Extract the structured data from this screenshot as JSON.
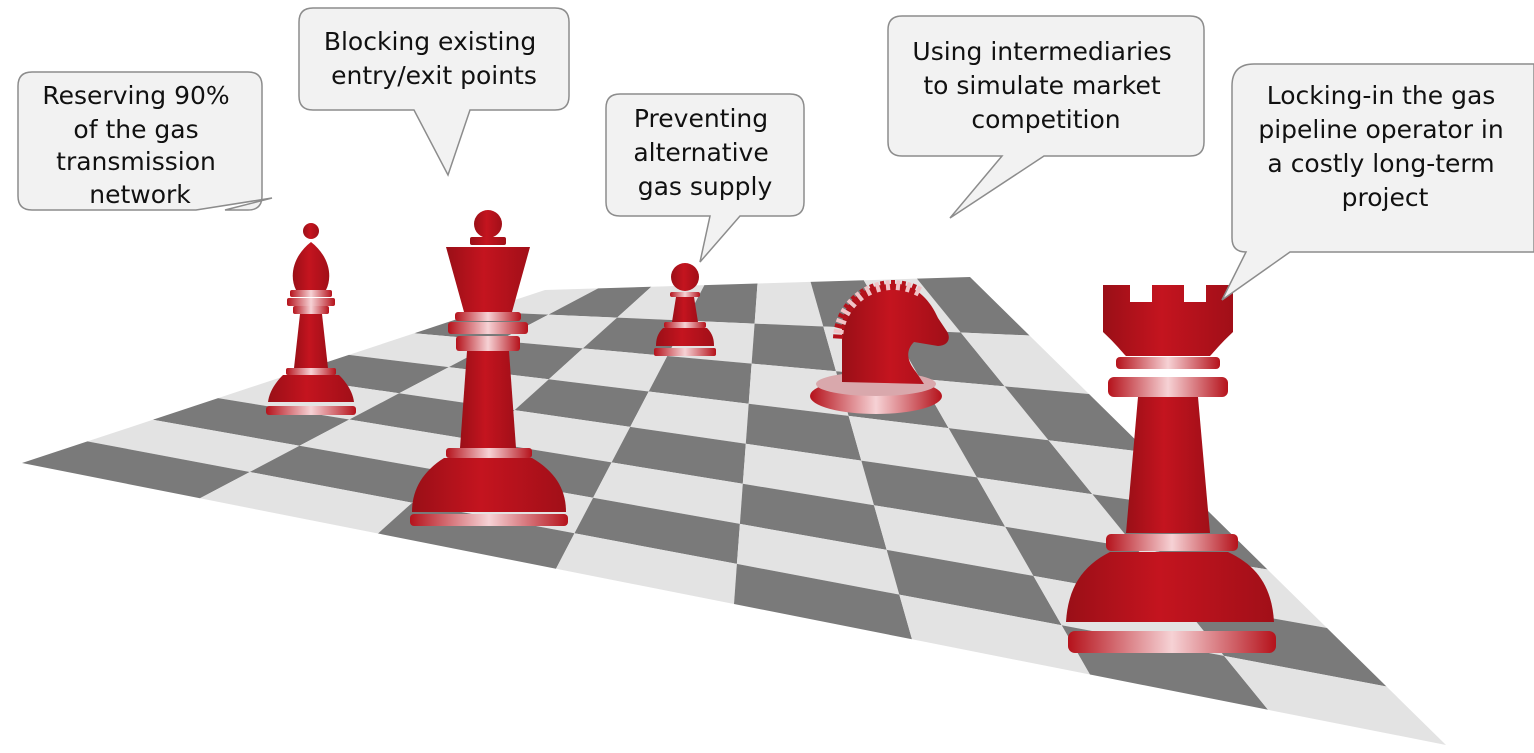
{
  "colors": {
    "piece_red": "#b5121b",
    "piece_highlight": "#f1c3c6",
    "board_dark": "#7a7a7a",
    "board_light": "#e3e3e3",
    "bubble_fill": "#f2f2f2",
    "bubble_stroke": "#8c8c8c"
  },
  "callouts": [
    {
      "id": "bishop",
      "piece": "bishop",
      "lines": [
        "Reserving 90%",
        "of the gas",
        "transmission",
        "network"
      ]
    },
    {
      "id": "king",
      "piece": "king",
      "lines": [
        "Blocking existing",
        "entry/exit points"
      ]
    },
    {
      "id": "pawn",
      "piece": "pawn",
      "lines": [
        "Preventing",
        "alternative",
        "gas supply"
      ]
    },
    {
      "id": "knight",
      "piece": "knight",
      "lines": [
        "Using intermediaries",
        "to simulate market",
        "competition"
      ]
    },
    {
      "id": "rook",
      "piece": "rook",
      "lines": [
        "Locking-in the gas",
        "pipeline operator in",
        "a costly long-term",
        "project"
      ]
    }
  ]
}
